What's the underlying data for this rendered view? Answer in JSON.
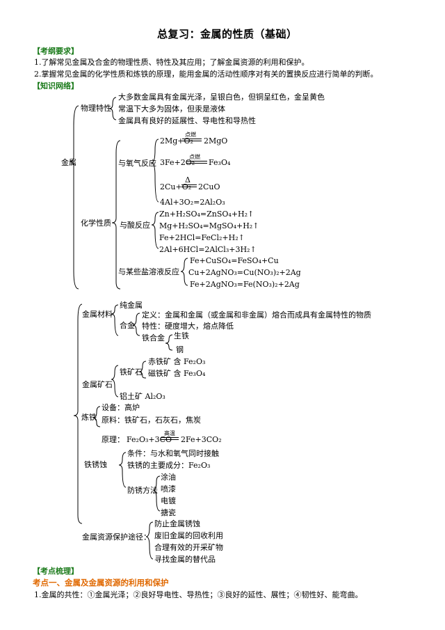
{
  "title": "总复习：金属的性质（基础）",
  "sections": {
    "syllabus_header": "【考纲要求】",
    "syllabus_items": [
      "1.了解常见金属及合金的物理性质、特性及其应用；了解金属资源的利用和保护。",
      "2.掌握常见金属的化学性质和炼铁的原理，能用金属的活动性顺序对有关的置换反应进行简单的判断。"
    ],
    "network_header": "【知识网络】",
    "review_header": "【考点梳理】",
    "point1_title": "考点一、金属及金属资源的利用和保护",
    "point1_text": "1.金属的共性：①金属光泽；②良好导电性、导热性；③良好的延性、展性；④韧性好、能弯曲。"
  },
  "tree1": {
    "root": "金属",
    "physical": {
      "label": "物理特性",
      "items": [
        "大多数金属具有金属光泽，呈银白色，但铜呈红色，金呈黄色",
        "常温下大多为固体，但汞是液体",
        "金属具有良好的延展性、导电性和导热性"
      ]
    },
    "chemical": {
      "label": "化学性质",
      "oxygen": {
        "label": "与氧气反应",
        "eq1_left": "2Mg+O₂",
        "eq1_cond": "点燃",
        "eq1_right": "2MgO",
        "eq2_left": "3Fe+2O₂",
        "eq2_cond": "点燃",
        "eq2_right": "Fe₃O₄",
        "eq3_left": "2Cu+O₂",
        "eq3_cond": "Δ",
        "eq3_right": "2CuO",
        "eq4": "4Al+3O₂=2Al₂O₃"
      },
      "acid": {
        "label": "与酸反应",
        "items": [
          "Zn+H₂SO₄=ZnSO₄+H₂↑",
          "Mg+H₂SO₄=MgSO₄+H₂↑",
          "Fe+2HCl=FeCl₂+H₂↑",
          "2Al+6HCl=2AlCl₃+3H₂↑"
        ]
      },
      "salt": {
        "label": "与某些盐溶液反应",
        "items": [
          "Fe+CuSO₄=FeSO₄+Cu",
          "Cu+2AgNO₃=Cu(NO₃)₂+2Ag",
          "Fe+2AgNO₃=Fe(NO₃)₂+2Ag"
        ]
      }
    }
  },
  "tree2": {
    "materials": {
      "label": "金属材料",
      "pure": "纯金属",
      "alloy": "合金",
      "definition": "定义：金属和金属（或金属和非金属）熔合而成具有金属特性的物质",
      "property": "特性：硬度增大，熔点降低",
      "iron_alloy": "铁合金",
      "iron_alloy_items": [
        "生铁",
        "钢"
      ]
    },
    "ore": {
      "label": "金属矿石",
      "iron_ore": "铁矿石",
      "iron_ore_items": [
        "赤铁矿 含 Fe₂O₃",
        "磁铁矿 含 Fe₃O₄"
      ],
      "al_ore": "铝土矿  Al₂O₃"
    },
    "smelting": {
      "label": "炼铁",
      "equipment": "设备：高炉",
      "raw": "原料：铁矿石，石灰石，焦炭",
      "principle_label": "原理：",
      "eq_left": "Fe₂O₃+3CO",
      "eq_cond": "高温",
      "eq_right": "2Fe+3CO₂"
    },
    "rust": {
      "label": "铁锈蚀",
      "condition": "条件：与水和氧气同时接触",
      "component": "铁锈的主要成分：Fe₂O₃",
      "method": "防锈方法",
      "method_items": [
        "涂油",
        "喷漆",
        "电镀",
        "搪瓷"
      ]
    },
    "protection": {
      "label": "金属资源保护途径：",
      "items": [
        "防止金属锈蚀",
        "废旧金属的回收利用",
        "合理有效的开采矿物",
        "寻找金属的替代品"
      ]
    }
  }
}
